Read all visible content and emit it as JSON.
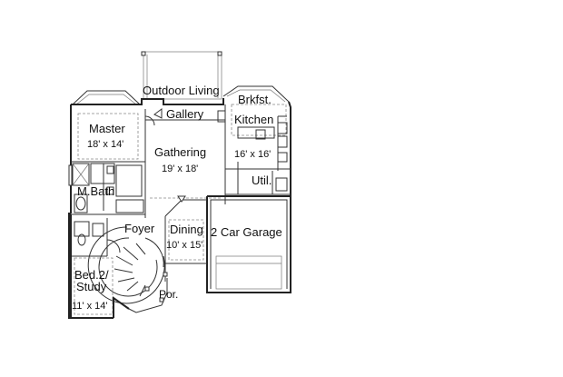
{
  "rooms": {
    "outdoor_living": {
      "name": "Outdoor Living"
    },
    "brkfst": {
      "name": "Brkfst."
    },
    "kitchen": {
      "name": "Kitchen",
      "size": "16' x 16'"
    },
    "gallery": {
      "name": "Gallery"
    },
    "master": {
      "name": "Master",
      "size": "18' x 14'"
    },
    "gathering": {
      "name": "Gathering",
      "size": "19' x 18'"
    },
    "util": {
      "name": "Util."
    },
    "mbath": {
      "name": "M.Bath"
    },
    "foyer": {
      "name": "Foyer"
    },
    "dining": {
      "name": "Dining",
      "size": "10' x 15'"
    },
    "garage": {
      "name": "2 Car Garage"
    },
    "bed2": {
      "name": "Bed.2/\nStudy",
      "line1": "Bed.2/",
      "line2": "Study",
      "size": "11' x 14'"
    },
    "porch": {
      "name": "Por."
    }
  }
}
